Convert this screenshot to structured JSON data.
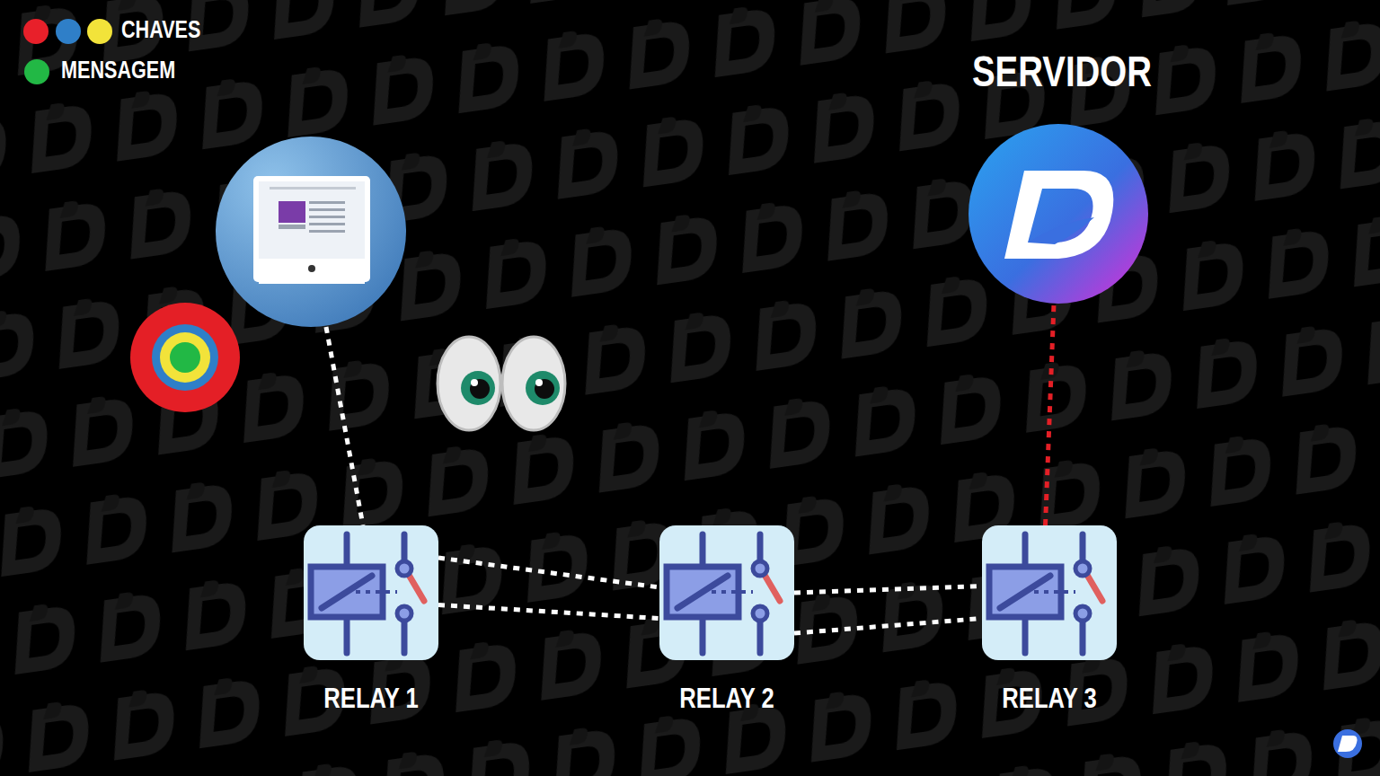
{
  "diagram": {
    "nodes": [
      {
        "text": []
      },
      {
        "text": [
          "SERVIDOR"
        ]
      },
      {
        "text": [
          "RELAY 1"
        ]
      },
      {
        "text": [
          "RELAY 2"
        ]
      },
      {
        "text": [
          "RELAY 3"
        ]
      }
    ],
    "edges": [
      {
        "from": 0,
        "to": 2,
        "arrow": "none"
      },
      {
        "from": 2,
        "to": 3,
        "arrow": "none"
      },
      {
        "from": 2,
        "to": 3,
        "arrow": "none"
      },
      {
        "from": 3,
        "to": 4,
        "arrow": "none"
      },
      {
        "from": 3,
        "to": 4,
        "arrow": "none"
      },
      {
        "from": 4,
        "to": 1,
        "arrow": "none"
      }
    ],
    "legend": [
      {
        "text": "CHAVES"
      },
      {
        "text": "MENSAGEM",
        "color": "#22b845"
      }
    ]
  }
}
